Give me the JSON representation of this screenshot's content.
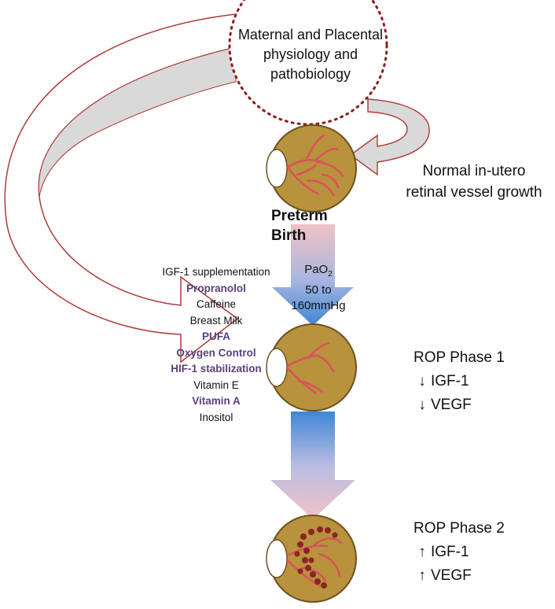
{
  "labels": {
    "maternal": [
      "Maternal and Placental",
      "physiology and",
      "pathobiology"
    ],
    "normal_growth": [
      "Normal in-utero",
      "retinal vessel growth"
    ],
    "preterm": [
      "Preterm",
      "Birth"
    ],
    "pao2": {
      "main": "PaO",
      "sub": "2",
      "lines": [
        "50 to",
        "160mmHg"
      ]
    }
  },
  "interventions": [
    {
      "text": "IGF-1 supplementation",
      "emphasis": false
    },
    {
      "text": "Propranolol",
      "emphasis": true
    },
    {
      "text": "Caffeine",
      "emphasis": false
    },
    {
      "text": "Breast Milk",
      "emphasis": false
    },
    {
      "text": "PUFA",
      "emphasis": true
    },
    {
      "text": "Oxygen Control",
      "emphasis": true
    },
    {
      "text": "HIF-1 stabilization",
      "emphasis": true
    },
    {
      "text": "Vitamin E",
      "emphasis": false
    },
    {
      "text": "Vitamin A",
      "emphasis": true
    },
    {
      "text": "Inositol",
      "emphasis": false
    }
  ],
  "phase1": {
    "title": "ROP Phase 1",
    "arrow": "down-arrow-icon",
    "items": [
      "IGF-1",
      "VEGF"
    ]
  },
  "phase2": {
    "title": "ROP Phase 2",
    "arrow": "up-arrow-icon",
    "items": [
      "IGF-1",
      "VEGF"
    ]
  },
  "colors": {
    "eye_fill": "#b8923d",
    "eye_stroke": "#6e5120",
    "vessel": "#d9535a",
    "dot_vessel": "#8c2424",
    "maternal_border": "#8b1c1c",
    "arrow_outline": "#b03a3a",
    "arrow_fill": "#d9d9d9",
    "emphasis_text": "#5a3f7e",
    "gradient_pink": "#f2b8bd",
    "gradient_blue": "#3f86d6"
  }
}
